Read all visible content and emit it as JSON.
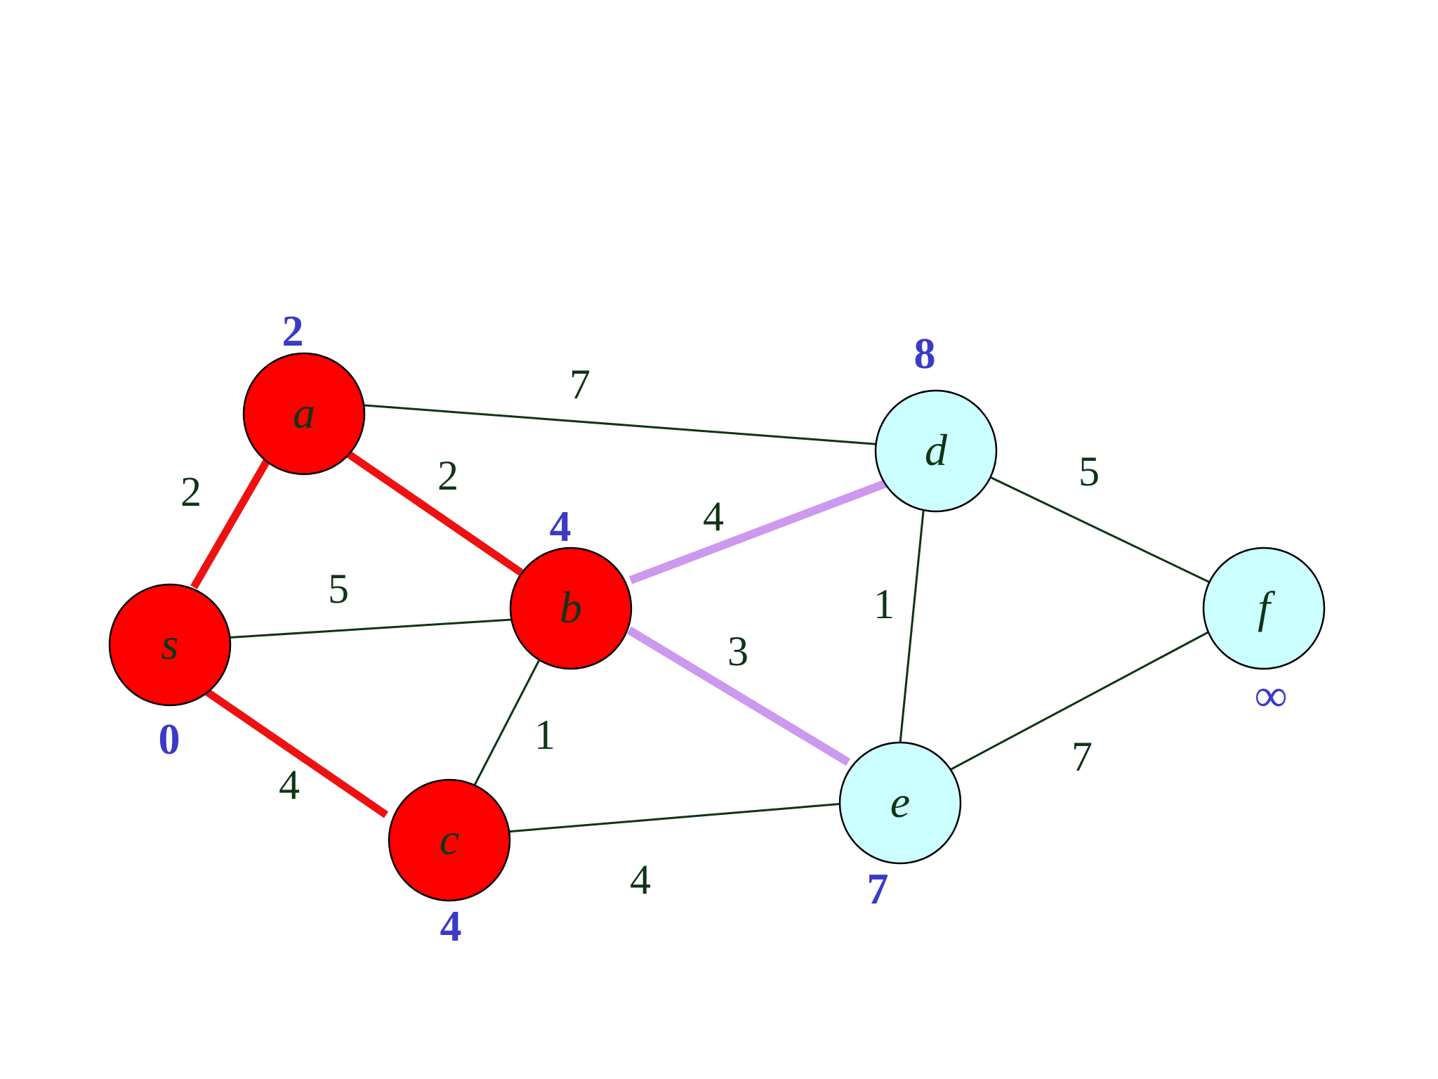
{
  "colors": {
    "visited_node": "#ff0000",
    "frontier_node": "#ccffff",
    "tree_edge": "#ee1111",
    "candidate_edge": "#cc99ee",
    "normal_edge": "#0f3414",
    "distance_text": "#3b3bc4"
  },
  "nodes": {
    "s": {
      "label": "s",
      "dist": "0",
      "state": "visited"
    },
    "a": {
      "label": "a",
      "dist": "2",
      "state": "visited"
    },
    "b": {
      "label": "b",
      "dist": "4",
      "state": "visited"
    },
    "c": {
      "label": "c",
      "dist": "4",
      "state": "visited"
    },
    "d": {
      "label": "d",
      "dist": "8",
      "state": "frontier"
    },
    "e": {
      "label": "e",
      "dist": "7",
      "state": "frontier"
    },
    "f": {
      "label": "f",
      "dist": "∞",
      "state": "frontier"
    }
  },
  "edges": {
    "s_a": {
      "from": "s",
      "to": "a",
      "weight": "2",
      "style": "tree"
    },
    "s_b": {
      "from": "s",
      "to": "b",
      "weight": "5",
      "style": "normal"
    },
    "s_c": {
      "from": "s",
      "to": "c",
      "weight": "4",
      "style": "tree"
    },
    "a_b": {
      "from": "a",
      "to": "b",
      "weight": "2",
      "style": "tree"
    },
    "a_d": {
      "from": "a",
      "to": "d",
      "weight": "7",
      "style": "normal"
    },
    "b_c": {
      "from": "b",
      "to": "c",
      "weight": "1",
      "style": "normal"
    },
    "b_d": {
      "from": "b",
      "to": "d",
      "weight": "4",
      "style": "candidate"
    },
    "b_e": {
      "from": "b",
      "to": "e",
      "weight": "3",
      "style": "candidate"
    },
    "c_e": {
      "from": "c",
      "to": "e",
      "weight": "4",
      "style": "normal"
    },
    "d_e": {
      "from": "d",
      "to": "e",
      "weight": "1",
      "style": "normal"
    },
    "d_f": {
      "from": "d",
      "to": "f",
      "weight": "5",
      "style": "normal"
    },
    "e_f": {
      "from": "e",
      "to": "f",
      "weight": "7",
      "style": "normal"
    }
  }
}
